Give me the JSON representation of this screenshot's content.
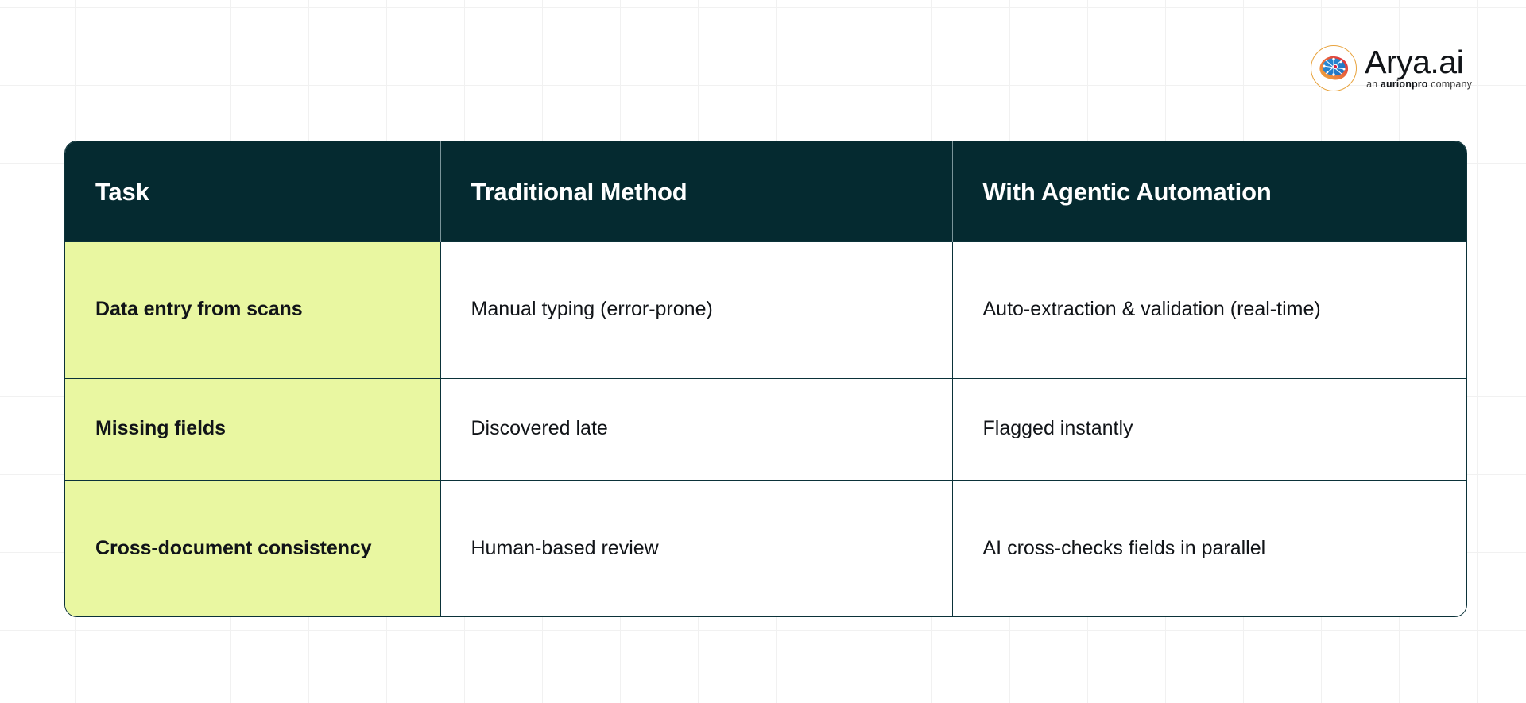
{
  "brand": {
    "name": "Arya.ai",
    "tagline_prefix": "an ",
    "tagline_bold": "aurionpro",
    "tagline_suffix": " company",
    "logo_icon": "brain-network-icon",
    "accent_color": "#E8A33D"
  },
  "theme": {
    "header_bg": "#052A30",
    "task_cell_bg": "#E9F7A1",
    "border_color": "#0B3239",
    "grid_line": "#F1F1F1",
    "text_color": "#111418"
  },
  "table": {
    "columns": [
      "Task",
      "Traditional Method",
      "With Agentic Automation"
    ],
    "rows": [
      {
        "task": "Data entry from scans",
        "traditional": "Manual typing (error-prone)",
        "agentic": "Auto-extraction & validation (real-time)"
      },
      {
        "task": "Missing fields",
        "traditional": "Discovered late",
        "agentic": "Flagged instantly"
      },
      {
        "task": "Cross-document consistency",
        "traditional": "Human-based review",
        "agentic": "AI cross-checks fields in parallel"
      }
    ]
  }
}
